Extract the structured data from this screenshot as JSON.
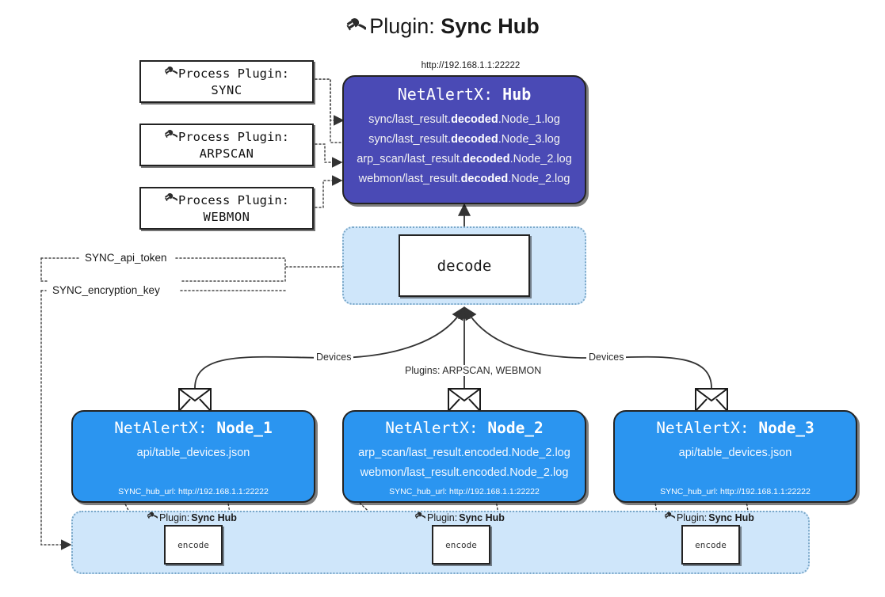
{
  "title": {
    "icon": "plug-icon",
    "lead": "Plugin:",
    "strong": "Sync Hub"
  },
  "hub": {
    "url": "http://192.168.1.1:22222",
    "title_prefix": "NetAlertX:",
    "title_name": "Hub",
    "logs": [
      {
        "pre": "sync/last_result.",
        "mid": "decoded",
        "post": ".Node_1.log"
      },
      {
        "pre": "sync/last_result.",
        "mid": "decoded",
        "post": ".Node_3.log"
      },
      {
        "pre": "arp_scan/last_result.",
        "mid": "decoded",
        "post": ".Node_2.log"
      },
      {
        "pre": "webmon/last_result.",
        "mid": "decoded",
        "post": ".Node_2.log"
      }
    ]
  },
  "process_plugins": [
    {
      "label": "Process Plugin:",
      "name": "SYNC"
    },
    {
      "label": "Process Plugin:",
      "name": "ARPSCAN"
    },
    {
      "label": "Process Plugin:",
      "name": "WEBMON"
    }
  ],
  "decode": {
    "label": "decode"
  },
  "keys": {
    "api_token": "SYNC_api_token",
    "encryption_key": "SYNC_encryption_key"
  },
  "edges": {
    "devices_left": "Devices",
    "devices_right": "Devices",
    "plugins_mid": "Plugins: ARPSCAN, WEBMON"
  },
  "nodes": [
    {
      "title_prefix": "NetAlertX:",
      "title_name": "Node_1",
      "lines": [
        "api/table_devices.json"
      ],
      "foot_key": "SYNC_hub_url:",
      "foot_value": "http://192.168.1.1:22222",
      "encode_label": "encode",
      "plugin_tag_lead": "Plugin:",
      "plugin_tag_strong": "Sync Hub"
    },
    {
      "title_prefix": "NetAlertX:",
      "title_name": "Node_2",
      "lines": [
        "arp_scan/last_result.encoded.Node_2.log",
        "webmon/last_result.encoded.Node_2.log"
      ],
      "foot_key": "SYNC_hub_url:",
      "foot_value": "http://192.168.1.1:22222",
      "encode_label": "encode",
      "plugin_tag_lead": "Plugin:",
      "plugin_tag_strong": "Sync Hub"
    },
    {
      "title_prefix": "NetAlertX:",
      "title_name": "Node_3",
      "lines": [
        "api/table_devices.json"
      ],
      "foot_key": "SYNC_hub_url:",
      "foot_value": "http://192.168.1.1:22222",
      "encode_label": "encode",
      "plugin_tag_lead": "Plugin:",
      "plugin_tag_strong": "Sync Hub"
    }
  ],
  "colors": {
    "hub": "#4A4AB5",
    "node": "#2B95F0",
    "container": "#cfe6fa",
    "container_border": "#7aa8c9",
    "stroke": "#232323"
  }
}
